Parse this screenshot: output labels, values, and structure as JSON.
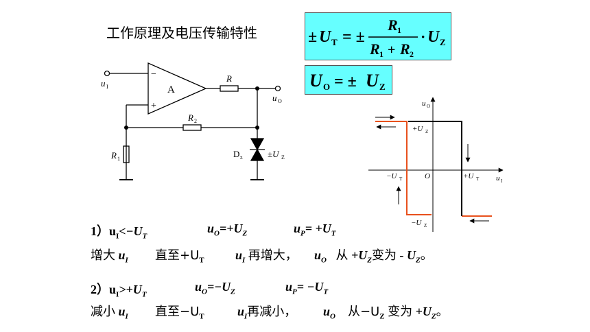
{
  "title": "工作原理及电压传输特性",
  "formula1": {
    "pm": "±",
    "lhs_var": "U",
    "lhs_sub": "T",
    "eq": "= ±",
    "num_var": "R",
    "num_sub": "1",
    "den_var1": "R",
    "den_sub1": "1",
    "den_plus": "+",
    "den_var2": "R",
    "den_sub2": "2",
    "dot": "·",
    "rhs_var": "U",
    "rhs_sub": "Z"
  },
  "formula2": {
    "lhs_var": "U",
    "lhs_sub": "O",
    "eq": "= ±",
    "rhs_var": "U",
    "rhs_sub": "Z"
  },
  "circuit": {
    "input_label": "u",
    "input_sub": "I",
    "opamp_label": "A",
    "minus": "−",
    "plus": "+",
    "r_label": "R",
    "r2_label": "R",
    "r2_sub": "2",
    "r1_label": "R",
    "r1_sub": "1",
    "output_label": "u",
    "output_sub": "O",
    "dz_label": "D",
    "dz_sub": "z",
    "dz_value": "±U",
    "dz_value_sub": "Z"
  },
  "graph": {
    "y_axis_label": "u",
    "y_axis_sub": "O",
    "x_axis_label": "u",
    "x_axis_sub": "I",
    "origin": "O",
    "pos_uz": "+U",
    "pos_uz_sub": "Z",
    "neg_uz": "−U",
    "neg_uz_sub": "Z",
    "pos_ut": "+U",
    "pos_ut_sub": "T",
    "neg_ut": "−U",
    "neg_ut_sub": "T",
    "colors": {
      "rising": "#000000",
      "falling": "#e8501c"
    }
  },
  "case1": {
    "a": "1）u",
    "a_sub": "I",
    "b": "<−U",
    "b_sub": "T",
    "c": "u",
    "c_sub": "O",
    "d": "=+U",
    "d_sub": "Z",
    "e": "u",
    "e_sub": "P",
    "f": "= +U",
    "f_sub": "T",
    "l2_a": "增大",
    "l2_b": "u",
    "l2_b_sub": "I",
    "l2_c": "直至+U",
    "l2_c_sub": "T",
    "l2_d": "u",
    "l2_d_sub": "I",
    "l2_e": "再增大，",
    "l2_f": "u",
    "l2_f_sub": "O",
    "l2_g": "从",
    "l2_h": "+U",
    "l2_h_sub": "Z",
    "l2_i": "变为",
    "l2_j": "- U",
    "l2_j_sub": "Z",
    "l2_k": "。"
  },
  "case2": {
    "a": "2）u",
    "a_sub": "I",
    "b": ">+U",
    "b_sub": "T",
    "c": "u",
    "c_sub": "O",
    "d": "=−U",
    "d_sub": "Z",
    "e": "u",
    "e_sub": "P",
    "f": "= −U",
    "f_sub": "T",
    "l2_a": "减小",
    "l2_b": "u",
    "l2_b_sub": "I",
    "l2_c": "直至−U",
    "l2_c_sub": "T",
    "l2_d": "u",
    "l2_d_sub": "I",
    "l2_e": "再减小，",
    "l2_f": "u",
    "l2_f_sub": "O",
    "l2_g": "从−U",
    "l2_g_sub": "Z",
    "l2_h": "变为",
    "l2_i": "+U",
    "l2_i_sub": "Z",
    "l2_j": "。"
  }
}
